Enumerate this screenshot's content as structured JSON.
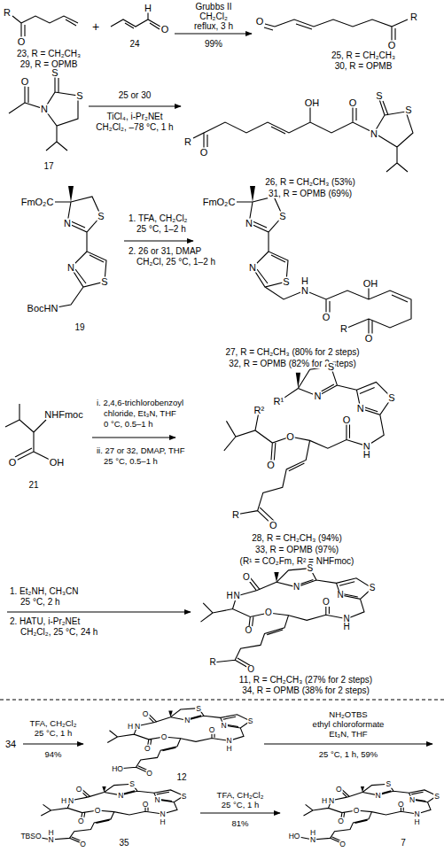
{
  "diagram": {
    "labels": [
      "R",
      "O",
      "23, R = CH₂CH₃",
      "29, R = OPMB",
      "+",
      "O",
      "H",
      "24",
      "Grubbs II",
      "CH₂Cl₂",
      "reflux, 3 h",
      "99%",
      "O",
      "O",
      "R",
      "25, R = CH₂CH₃",
      "30, R = OPMB",
      "O",
      "S",
      "N",
      "S",
      "17",
      "25 or 30",
      "TiCl₄, i-Pr₂NEt",
      "CH₂Cl₂, –78 °C, 1 h",
      "R",
      "O",
      "OH",
      "O",
      "S",
      "N",
      "S",
      "26, R = CH₂CH₃ (53%)",
      "31, R = OPMB (69%)",
      "FmO₂C",
      "S",
      "N",
      "S",
      "N",
      "BocHN",
      "19",
      "1. TFA, CH₂Cl₂",
      "25 °C, 1–2 h",
      "2. 26 or 31, DMAP",
      "CH₂Cl, 25 °C, 1–2 h",
      "FmO₂C",
      "S",
      "N",
      "S",
      "N",
      "N",
      "H",
      "O",
      "OH",
      "O",
      "R",
      "27, R = CH₂CH₃ (80% for 2 steps)",
      "32, R = OPMB (82% for 2 steps)",
      "NHFmoc",
      "O",
      "OH",
      "21",
      "i. 2,4,6-trichlorobenzoyl",
      "chloride, Et₃N, THF",
      "0 °C, 0.5–1 h",
      "ii. 27 or 32, DMAP, THF",
      "25 °C, 0.5–1 h",
      "R¹",
      "S",
      "N",
      "R²",
      "O",
      "O",
      "S",
      "N",
      "O",
      "N",
      "H",
      "R",
      "O",
      "28, R = CH₂CH₃ (94%)",
      "33, R = OPMB (97%)",
      "(R¹ = CO₂Fm, R² = NHFmoc)",
      "1. Et₂NH, CH₃CN",
      "25 °C, 2 h",
      "2. HATU, i-Pr₂NEt",
      "CH₂Cl₂, 25 °C, 24 h",
      "O",
      "S",
      "N",
      "N",
      "H",
      "O",
      "O",
      "S",
      "N",
      "O",
      "N",
      "H",
      "R",
      "O",
      "11, R = CH₂CH₃ (27% for 2 steps)",
      "34, R = OPMB (38% for 2 steps)",
      "34",
      "TFA, CH₂Cl₂",
      "25 °C, 1 h",
      "94%",
      "O",
      "S",
      "N",
      "N",
      "H",
      "O",
      "O",
      "S",
      "N",
      "O",
      "N",
      "H",
      "HO",
      "O",
      "12",
      "NH₂OTBS",
      "ethyl chloroformate",
      "Et₃N, THF",
      "25 °C, 1 h, 59%",
      "O",
      "S",
      "N",
      "N",
      "H",
      "O",
      "O",
      "S",
      "N",
      "O",
      "N",
      "H",
      "TBSO",
      "N",
      "H",
      "O",
      "35",
      "TFA, CH₂Cl₂",
      "25 °C, 1 h",
      "81%",
      "O",
      "S",
      "N",
      "N",
      "H",
      "O",
      "O",
      "S",
      "N",
      "O",
      "N",
      "H",
      "HO",
      "N",
      "H",
      "O",
      "7"
    ]
  }
}
